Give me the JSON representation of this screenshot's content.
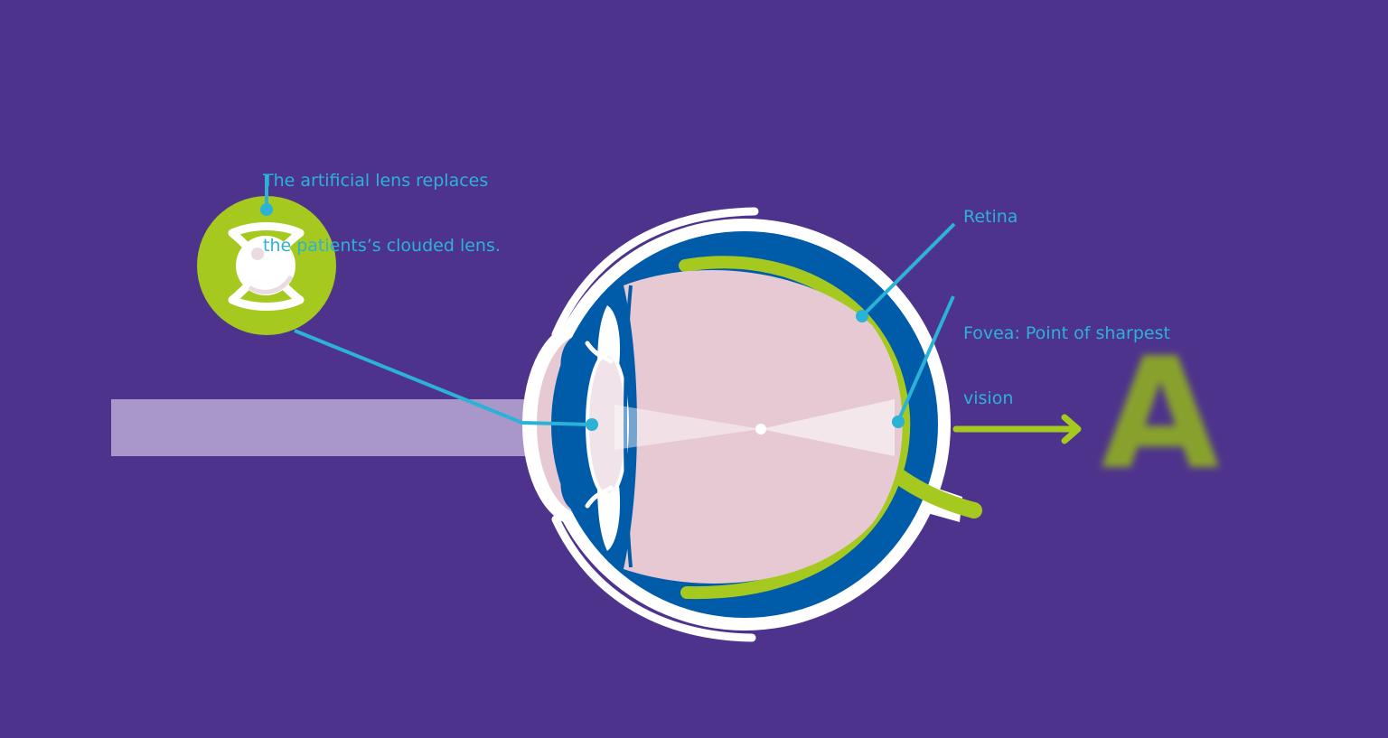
{
  "labels": {
    "lens_line1": "The artificial lens replaces",
    "lens_line2": "the patients’s clouded lens.",
    "retina": "Retina",
    "fovea_line1": "Fovea: Point of sharpest",
    "fovea_line2": "vision"
  },
  "perceived_letter": "A",
  "colors": {
    "background": "#4e338c",
    "callout_line": "#2cb2d6",
    "retina_green": "#a6c91f",
    "sclera_blue": "#005ca9",
    "eye_interior": "#e6c9d3",
    "light_beam": "#a897c8",
    "white": "#ffffff"
  },
  "icons": {
    "artificial_lens": "artificial-lens-icon",
    "arrow": "arrow-right-icon"
  }
}
